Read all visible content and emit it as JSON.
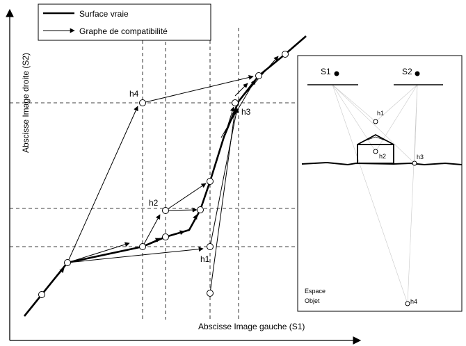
{
  "legend": {
    "true_surface": "Surface  vraie",
    "compat_graph": "Graphe  de  compatibilité"
  },
  "axes": {
    "x_label": "Abscisse  Image gauche (S1)",
    "y_label": "Abscisse  Image droite  (S2)"
  },
  "hypotheses": {
    "h1": "h1",
    "h2": "h2",
    "h3": "h3",
    "h4": "h4"
  },
  "inset": {
    "s1": "S1",
    "s2": "S2",
    "h1": "h1",
    "h2": "h2",
    "h3": "h3",
    "h4": "h4",
    "space_line1": "Espace",
    "space_line2": "Objet"
  },
  "colors": {
    "stroke": "#000000",
    "grid": "#000000",
    "rays": "#c8c8c8",
    "background": "#ffffff"
  }
}
